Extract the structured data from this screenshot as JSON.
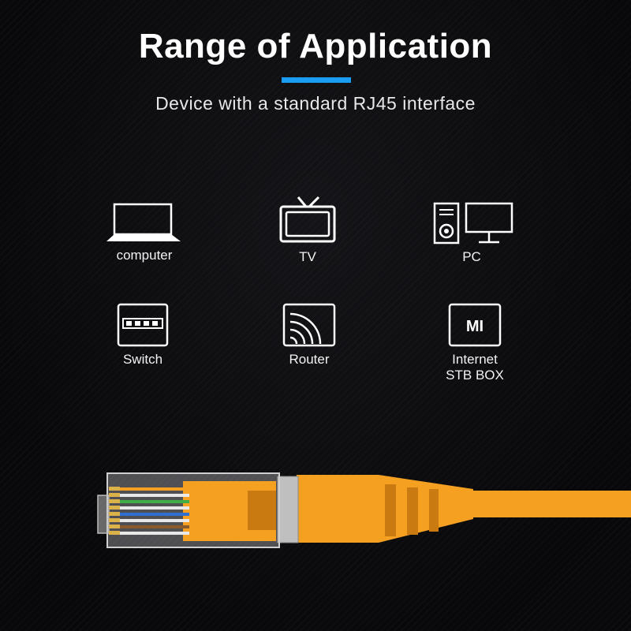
{
  "header": {
    "title": "Range of Application",
    "subtitle": "Device with a standard RJ45 interface"
  },
  "colors": {
    "accent": "#1a9cf0",
    "cable": "#f5a020",
    "cable_dark": "#c97a10"
  },
  "devices": [
    {
      "label": "computer",
      "icon": "laptop-icon"
    },
    {
      "label": "TV",
      "icon": "tv-icon"
    },
    {
      "label": "PC",
      "icon": "desktop-pc-icon"
    },
    {
      "label": "Switch",
      "icon": "network-switch-icon"
    },
    {
      "label": "Router",
      "icon": "router-signal-icon"
    },
    {
      "label": "Internet\nSTB BOX",
      "icon": "mi-box-icon"
    }
  ],
  "stb_logo_text": "MI"
}
